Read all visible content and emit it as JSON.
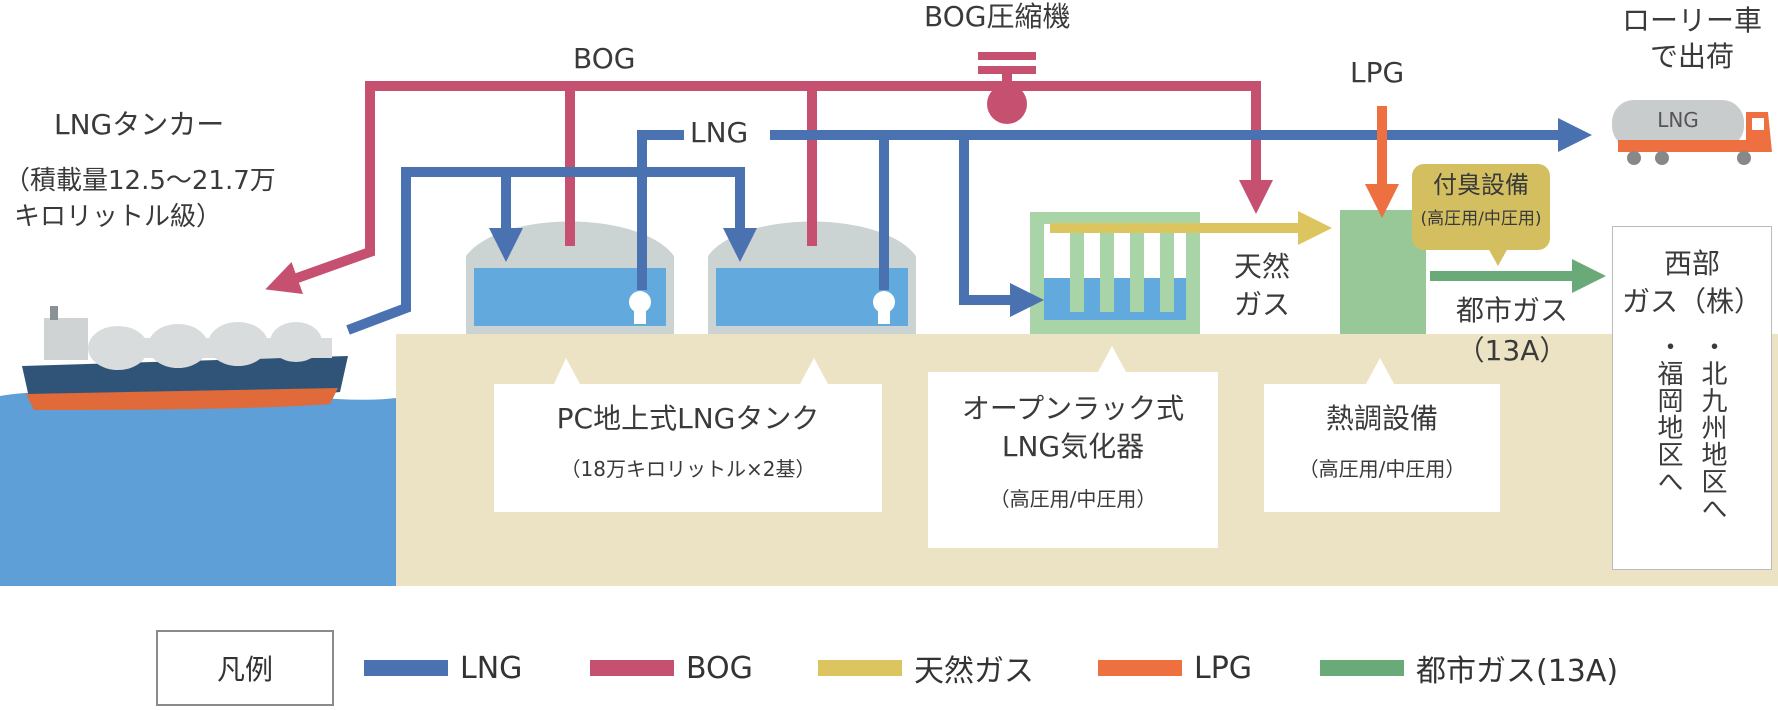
{
  "colors": {
    "lng": "#4a72b0",
    "bog": "#c65070",
    "natural_gas": "#dcc45e",
    "lpg": "#ee7040",
    "city_gas": "#6aaa78",
    "ground": "#ece3c5",
    "sea": "#5d9fd6",
    "liquid": "#62a9dd",
    "tank_roof": "#cbd3d3",
    "vaporizer_frame": "#a8d4a8",
    "heat_unit": "#98c898",
    "odorizer": "#d4bf60"
  },
  "labels": {
    "bog_compressor": "BOG圧縮機",
    "bog_line": "BOG",
    "lng_line": "LNG",
    "lpg_line": "LPG",
    "tanker_title": "LNGタンカー",
    "tanker_capacity_line1": "（積載量12.5～21.7万",
    "tanker_capacity_line2": "キロリットル級）",
    "truck_line1": "ローリー車",
    "truck_line2": "で出荷",
    "truck_tank_text": "LNG",
    "natural_gas_line1": "天然",
    "natural_gas_line2": "ガス",
    "odorizer_line1": "付臭設備",
    "odorizer_line2": "(高圧用/中圧用)",
    "city_gas_line1": "都市ガス",
    "city_gas_line2": "（13A）",
    "company_line1": "西部",
    "company_line2": "ガス（株）",
    "area_kitakyushu": "・北九州地区へ",
    "area_fukuoka": "・福岡地区へ",
    "tank_title": "PC地上式LNGタンク",
    "tank_sub": "（18万キロリットル×2基）",
    "vaporizer_line1": "オープンラック式",
    "vaporizer_line2": "LNG気化器",
    "vaporizer_sub": "（高圧用/中圧用）",
    "heat_title": "熱調設備",
    "heat_sub": "（高圧用/中圧用）"
  },
  "legend": {
    "title": "凡例",
    "items": [
      {
        "label": "LNG",
        "color": "#4a72b0"
      },
      {
        "label": "BOG",
        "color": "#c65070"
      },
      {
        "label": "天然ガス",
        "color": "#dcc45e"
      },
      {
        "label": "LPG",
        "color": "#ee7040"
      },
      {
        "label": "都市ガス(13A)",
        "color": "#6aaa78"
      }
    ]
  }
}
